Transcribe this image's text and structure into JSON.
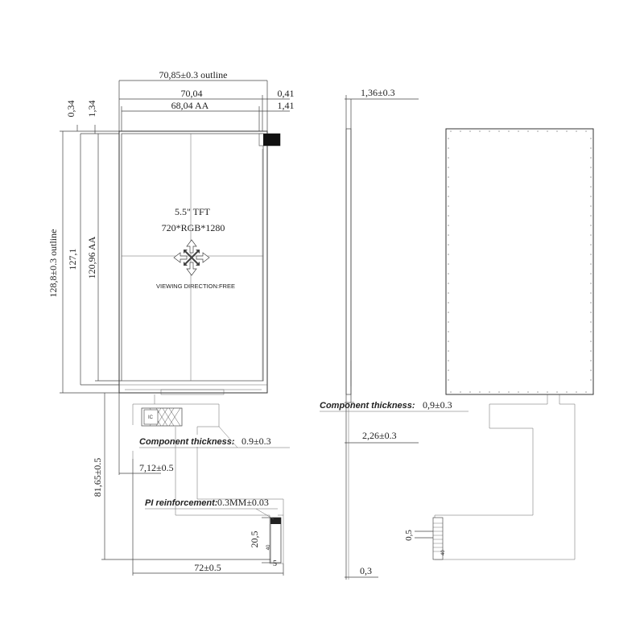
{
  "front_view": {
    "dims": {
      "outline_width": "70,85±0.3 outline",
      "width_70": "70,04",
      "offset_041": "0,41",
      "aa_width": "68,04 AA",
      "offset_141": "1,41",
      "top_034": "0,34",
      "top_134": "1,34",
      "outline_height": "128,8±0.3 outline",
      "height_1271": "127,1",
      "aa_height": "120,96 AA",
      "fpc_length": "81,65±0.5",
      "fpc_offset": "7,12±0.5",
      "fpc_span": "72±0.5",
      "connector_len": "20,5",
      "connector_w": "5",
      "pin_count": "40"
    },
    "screen_title": "5.5\" TFT",
    "resolution": "720*RGB*1280",
    "viewing_direction": "VIEWING DIRECTION:FREE",
    "component_thickness_label": "Component thickness:",
    "component_thickness_value": "0.9±0.3",
    "pi_reinforcement_label": "PI reinforcement:",
    "pi_reinforcement_value": "0.3MM±0.03",
    "ic_label": "IC"
  },
  "side_view": {
    "thickness": "1,36±0.3",
    "component_thickness_label": "Component thickness:",
    "component_thickness_value": "0,9±0.3",
    "total_thickness": "2,26±0.3",
    "fpc_thickness": "0,3"
  },
  "back_view": {
    "connector_w": "0,5",
    "pin_count": "40"
  }
}
